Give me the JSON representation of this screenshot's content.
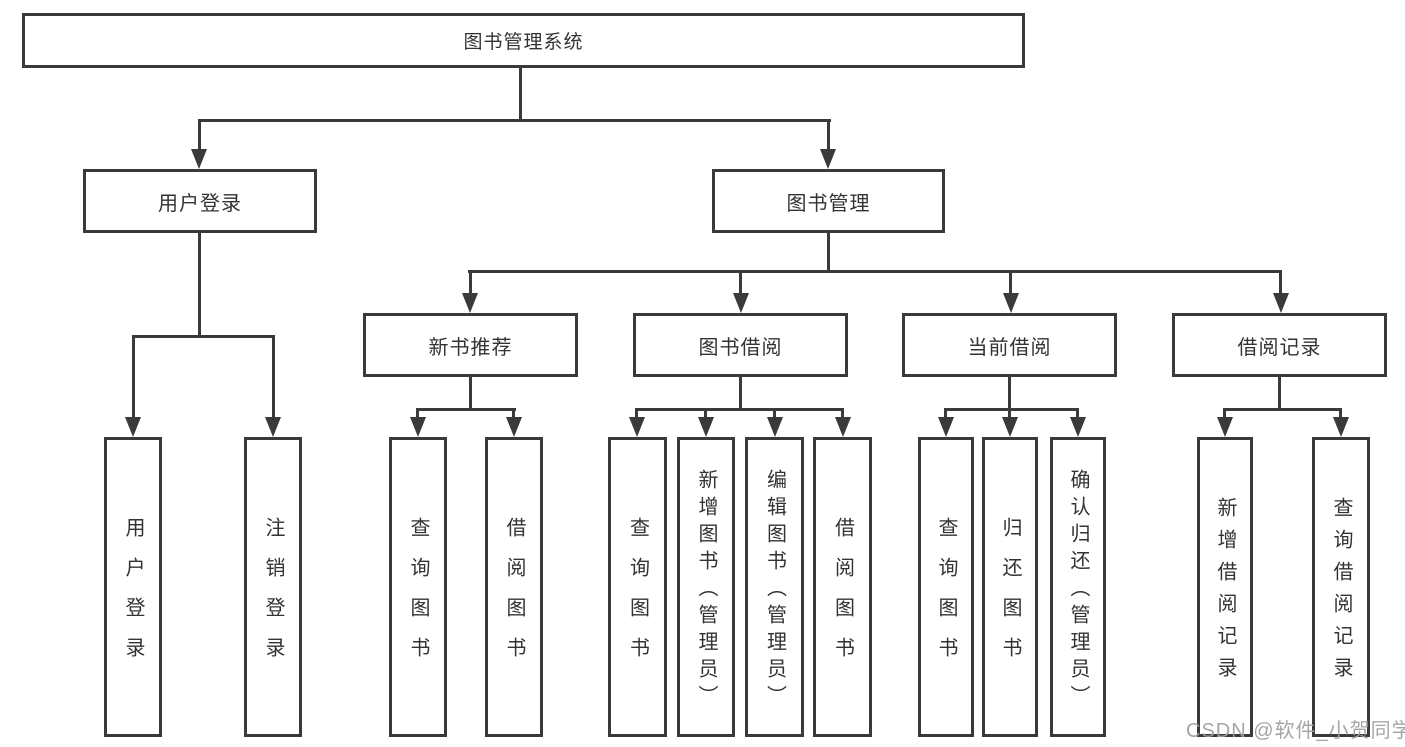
{
  "diagram": {
    "root": "图书管理系统",
    "level2": [
      "用户登录",
      "图书管理"
    ],
    "level3": [
      "新书推荐",
      "图书借阅",
      "当前借阅",
      "借阅记录"
    ],
    "leaves": {
      "user_login": [
        "用户登录",
        "注销登录"
      ],
      "new_book": [
        "查询图书",
        "借阅图书"
      ],
      "book_borrow": [
        "查询图书",
        "新增图书（管理员）",
        "编辑图书（管理员）",
        "借阅图书"
      ],
      "current_borrow": [
        "查询图书",
        "归还图书",
        "确认归还（管理员）"
      ],
      "borrow_records": [
        "新增借阅记录",
        "查询借阅记录"
      ]
    }
  },
  "watermark": "CSDN @软件_小贺同学",
  "colors": {
    "line": "#3a3a3a",
    "text": "#333333",
    "watermark": "#9e9e9e",
    "background": "#ffffff"
  }
}
